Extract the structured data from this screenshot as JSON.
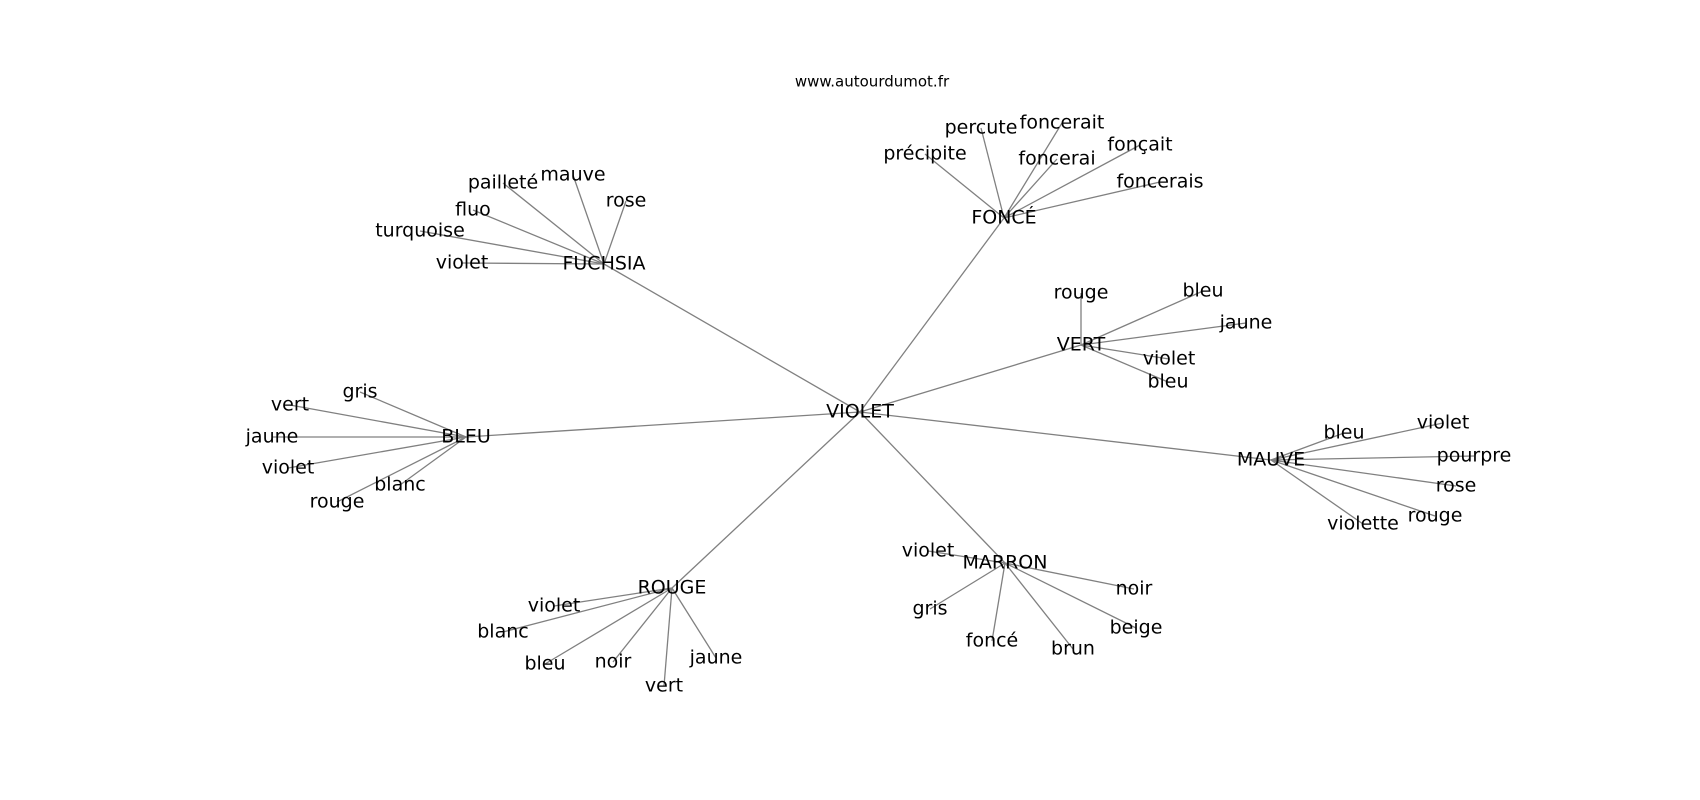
{
  "source_label": "www.autourdumot.fr",
  "edge_color": "#808080",
  "graph": {
    "center": "VIOLET",
    "clusters": [
      {
        "name": "FONCÉ",
        "words": [
          "précipite",
          "percute",
          "foncerait",
          "foncerai",
          "fonçait",
          "foncerais"
        ]
      },
      {
        "name": "FUCHSIA",
        "words": [
          "pailleté",
          "mauve",
          "rose",
          "fluo",
          "turquoise",
          "violet"
        ]
      },
      {
        "name": "VERT",
        "words": [
          "rouge",
          "bleu",
          "jaune",
          "violet",
          "bleu"
        ]
      },
      {
        "name": "BLEU",
        "words": [
          "gris",
          "vert",
          "jaune",
          "violet",
          "blanc",
          "rouge"
        ]
      },
      {
        "name": "MAUVE",
        "words": [
          "bleu",
          "violet",
          "pourpre",
          "rose",
          "rouge",
          "violette"
        ]
      },
      {
        "name": "MARRON",
        "words": [
          "violet",
          "noir",
          "gris",
          "beige",
          "foncé",
          "brun"
        ]
      },
      {
        "name": "ROUGE",
        "words": [
          "violet",
          "blanc",
          "bleu",
          "noir",
          "vert",
          "jaune"
        ]
      }
    ]
  }
}
